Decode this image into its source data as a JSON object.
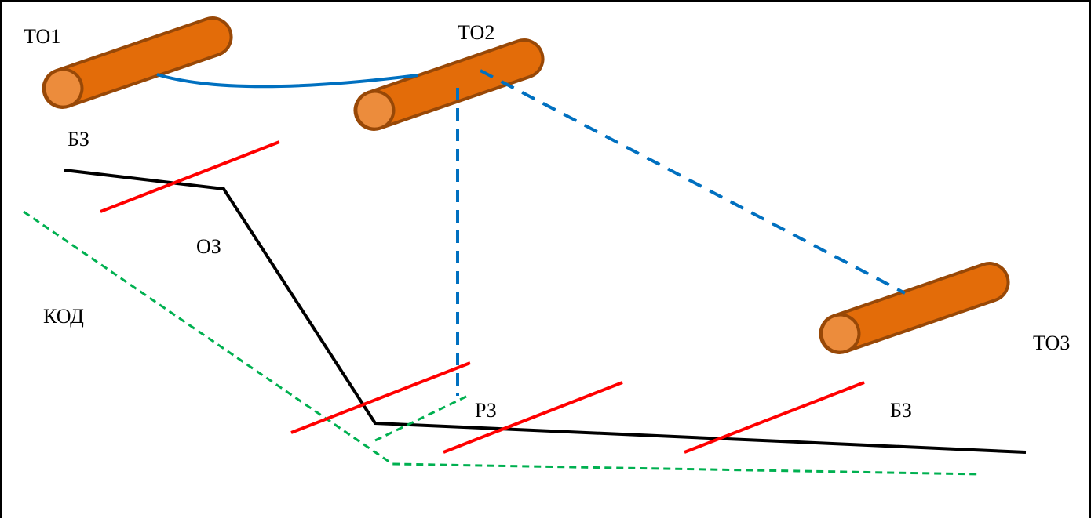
{
  "labels": {
    "to1": "ТО1",
    "to2": "ТО2",
    "to3": "ТО3",
    "bz_top": "БЗ",
    "oz": "ОЗ",
    "kod": "КОД",
    "rz": "РЗ",
    "bz_bottom": "БЗ"
  },
  "colors": {
    "pipe_body": "#e36c09",
    "pipe_end": "#ec8c3c",
    "pipe_outline": "#984807",
    "blue_link": "#0070c0",
    "black_line": "#000000",
    "red_line": "#ff0000",
    "green_dash": "#00b050",
    "border": "#000000"
  }
}
